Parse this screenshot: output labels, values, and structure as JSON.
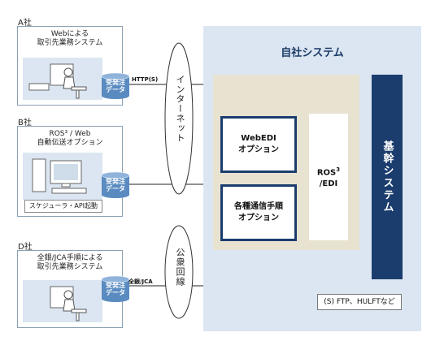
{
  "companies": [
    {
      "label": "A社",
      "system": [
        "Webによる",
        "取引先業務システム"
      ],
      "connection": "HTTP(S)"
    },
    {
      "label": "B社",
      "system": [
        "ROS³ / Web",
        "自動伝送オプション"
      ],
      "scheduler": "スケジューラ・API起動"
    },
    {
      "label": "D社",
      "system": [
        "全銀/JCA手順による",
        "取引先業務システム"
      ],
      "connection": "全銀/JCA"
    }
  ],
  "order_data": [
    "受発注",
    "データ"
  ],
  "networks": {
    "internet": "インターネット",
    "public_line": "公衆回線"
  },
  "in_house": {
    "title": "自社システム",
    "webedi": [
      "WebEDI",
      "オプション"
    ],
    "protocols": [
      "各種通信手順",
      "オプション"
    ],
    "ros_line1": "ROS",
    "ros_sup": "3",
    "ros_line2": "/EDI",
    "core": "基幹システム",
    "ftp_label": "(S) FTP、HULFTなど"
  },
  "colors": {
    "navy": "#1b3d6e",
    "light_blue": "#dbe6f2",
    "beige": "#e8e2d0"
  }
}
